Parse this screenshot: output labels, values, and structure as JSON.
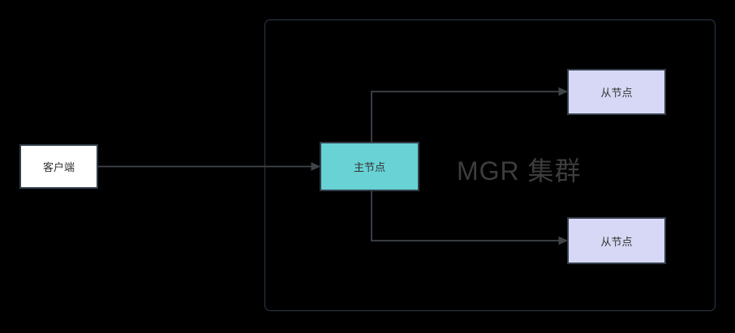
{
  "diagram": {
    "title": "MGR 集群",
    "nodes": {
      "client": {
        "label": "客户端"
      },
      "master": {
        "label": "主节点"
      },
      "slave_top": {
        "label": "从节点"
      },
      "slave_bottom": {
        "label": "从节点"
      }
    },
    "edges": [
      {
        "from": "client",
        "to": "master"
      },
      {
        "from": "master",
        "to": "slave_top"
      },
      {
        "from": "master",
        "to": "slave_bottom"
      }
    ],
    "colors": {
      "background": "#000000",
      "container_border": "#2c3a49",
      "client_fill": "#ffffff",
      "master_fill": "#68d2d5",
      "slave_fill": "#d6d8f5",
      "node_border": "#333e4a",
      "connector": "#3f4449",
      "node_text": "#333333",
      "title_text": "#3d3d3d"
    }
  }
}
